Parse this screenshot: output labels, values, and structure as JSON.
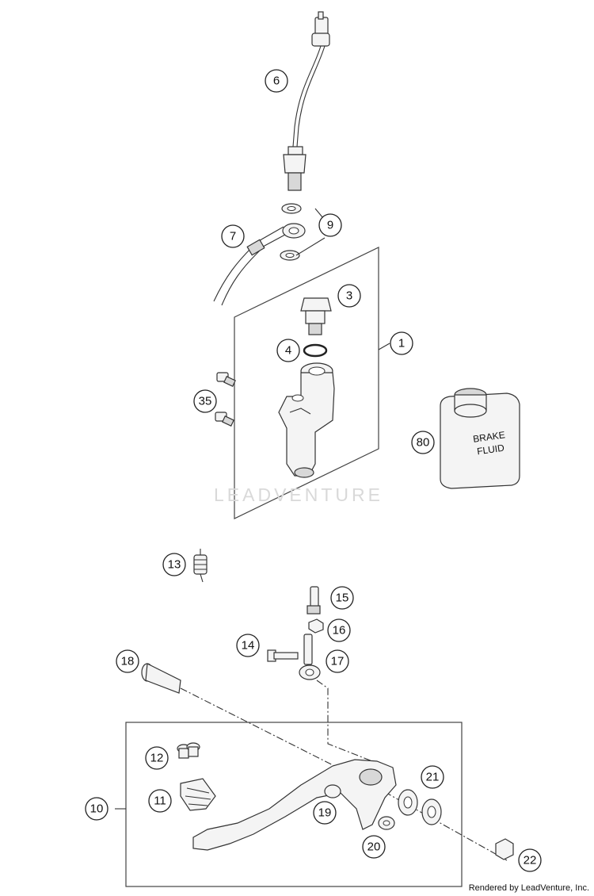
{
  "callouts": [
    "6",
    "9",
    "7",
    "3",
    "1",
    "4",
    "35",
    "80",
    "13",
    "15",
    "16",
    "14",
    "17",
    "18",
    "12",
    "21",
    "11",
    "10",
    "19",
    "20",
    "22"
  ],
  "reservoir_label": [
    "BRAKE",
    "FLUID"
  ],
  "watermark": "LEADVENTURE",
  "credit": "Rendered by LeadVenture, Inc."
}
